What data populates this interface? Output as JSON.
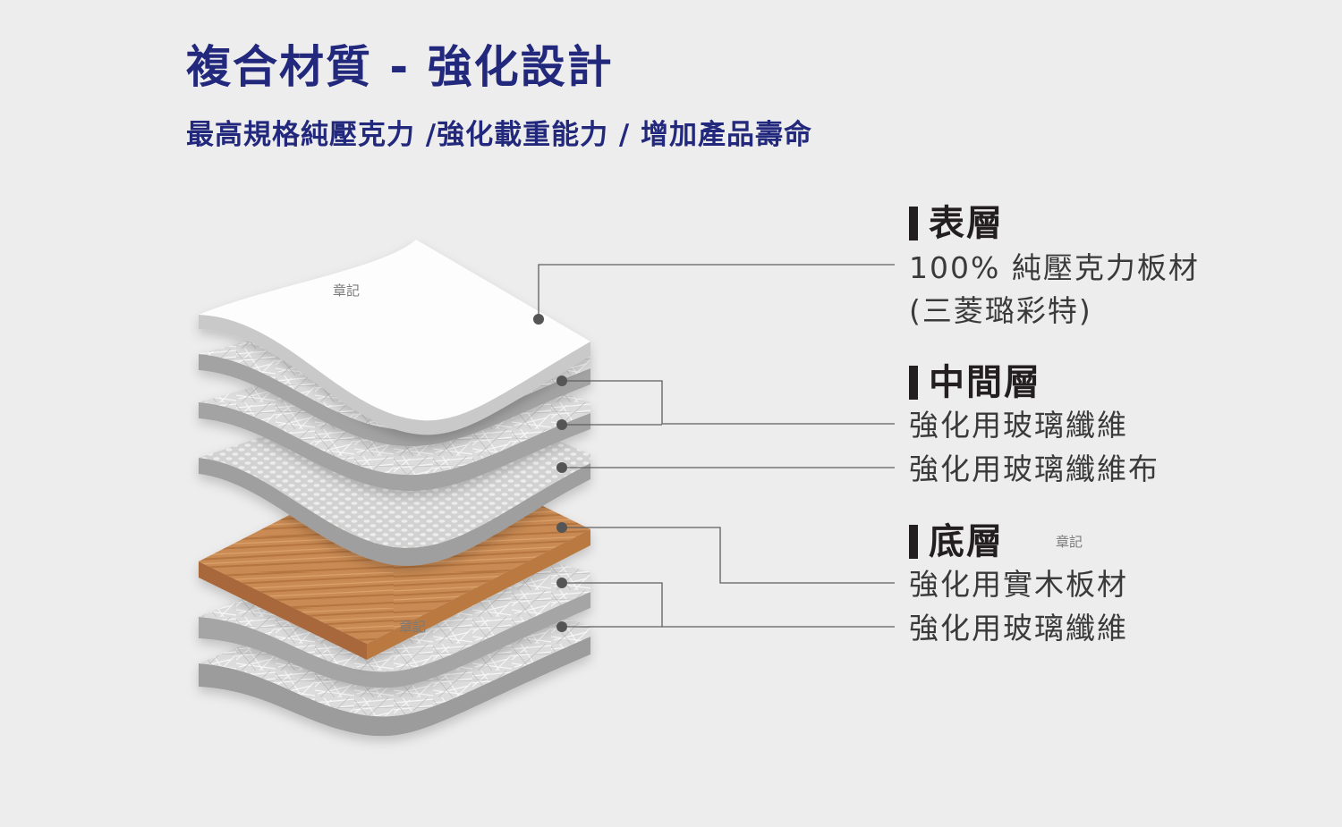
{
  "header": {
    "title": "複合材質 - 強化設計",
    "subtitle": "最高規格純壓克力 /強化載重能力 / 增加產品壽命"
  },
  "sections": {
    "surface": {
      "title": "表層",
      "lines": [
        "100% 純壓克力板材",
        "(三菱璐彩特)"
      ]
    },
    "middle": {
      "title": "中間層",
      "lines": [
        "強化用玻璃纖維",
        "強化用玻璃纖維布"
      ]
    },
    "bottom": {
      "title": "底層",
      "lines": [
        "強化用實木板材",
        "強化用玻璃纖維"
      ]
    }
  },
  "stamps": {
    "top_sheet": "章記",
    "wood_board": "章記",
    "bottom_heading": "章記"
  },
  "colors": {
    "title": "#22287c",
    "heading": "#231f20",
    "label": "#3a3a3a",
    "leader_line": "#5f5f5f",
    "wood": "#c98a52",
    "acrylic": "#ffffff",
    "fiberglass": "#d9d9d9"
  }
}
